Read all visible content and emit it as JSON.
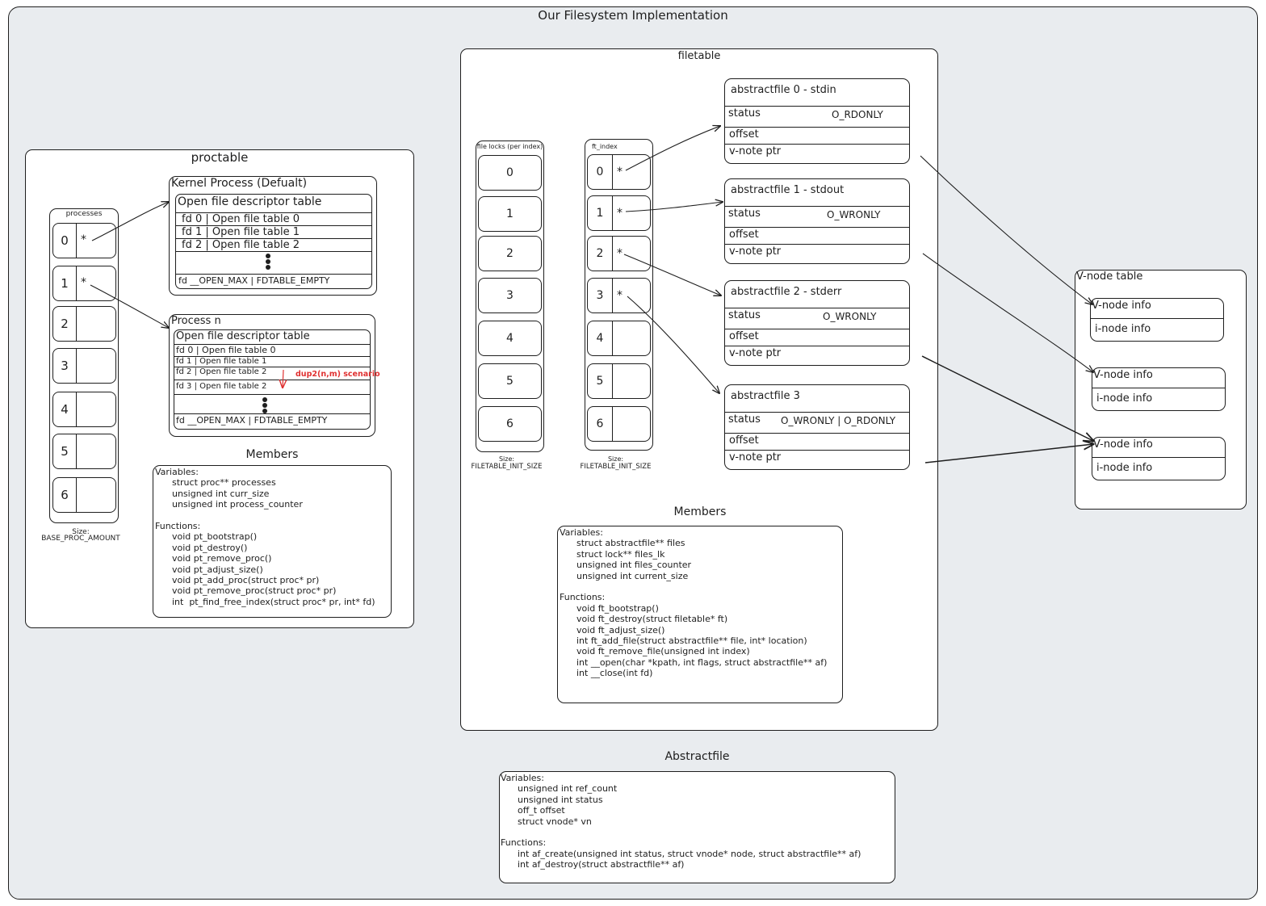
{
  "title": "Our Filesystem Implementation",
  "proctable": {
    "title": "proctable",
    "processes_label": "processes",
    "indices": [
      "0",
      "1",
      "2",
      "3",
      "4",
      "5",
      "6"
    ],
    "star": "*",
    "size_label": "Size:",
    "size_value": "BASE_PROC_AMOUNT",
    "kernel": {
      "title": "Kernel Process (Defualt)",
      "table_title": "Open file descriptor table",
      "rows": [
        "fd 0 | Open file table 0",
        "fd 1 | Open file table 1",
        "fd 2 | Open file table 2"
      ],
      "last_row": "fd __OPEN_MAX | FDTABLE_EMPTY"
    },
    "process_n": {
      "title": "Process n",
      "table_title": "Open file descriptor table",
      "rows": [
        "fd 0 | Open file table 0",
        "fd 1 | Open file table 1",
        "fd 2 | Open file table 2",
        "fd 3 | Open file table 2"
      ],
      "annotation": "dup2(n,m) scenario",
      "last_row": "fd __OPEN_MAX | FDTABLE_EMPTY"
    },
    "members": {
      "title": "Members",
      "text": "Variables:\n      struct proc** processes\n      unsigned int curr_size\n      unsigned int process_counter\n\nFunctions:\n      void pt_bootstrap()\n      void pt_destroy()\n      void pt_remove_proc()\n      void pt_adjust_size()\n      void pt_add_proc(struct proc* pr)\n      void pt_remove_proc(struct proc* pr)\n      int  pt_find_free_index(struct proc* pr, int* fd)"
    }
  },
  "filetable": {
    "title": "filetable",
    "locks_label": "file locks (per index)",
    "index_label": "ft_index",
    "indices": [
      "0",
      "1",
      "2",
      "3",
      "4",
      "5",
      "6"
    ],
    "star": "*",
    "size_label": "Size:",
    "size_value": "FILETABLE_INIT_SIZE",
    "abstractfiles": [
      {
        "title": "abstractfile 0 - stdin",
        "status_label": "status",
        "status_value": "O_RDONLY",
        "offset_label": "offset",
        "ptr_label": "v-note ptr"
      },
      {
        "title": "abstractfile 1 - stdout",
        "status_label": "status",
        "status_value": "O_WRONLY",
        "offset_label": "offset",
        "ptr_label": "v-note ptr"
      },
      {
        "title": "abstractfile 2 - stderr",
        "status_label": "status",
        "status_value": "O_WRONLY",
        "offset_label": "offset",
        "ptr_label": "v-note ptr"
      },
      {
        "title": "abstractfile 3",
        "status_label": "status",
        "status_value": "O_WRONLY | O_RDONLY",
        "offset_label": "offset",
        "ptr_label": "v-note ptr"
      }
    ],
    "members": {
      "title": "Members",
      "text": "Variables:\n      struct abstractfile** files\n      struct lock** files_lk\n      unsigned int files_counter\n      unsigned int current_size\n\nFunctions:\n      void ft_bootstrap()\n      void ft_destroy(struct filetable* ft)\n      void ft_adjust_size()\n      int ft_add_file(struct abstractfile** file, int* location)\n      void ft_remove_file(unsigned int index)\n      int __open(char *kpath, int flags, struct abstractfile** af)\n      int __close(int fd)"
    }
  },
  "vnode_table": {
    "title": "V-node table",
    "entries": [
      {
        "vnode": "V-node info",
        "inode": "i-node info"
      },
      {
        "vnode": "V-node info",
        "inode": "i-node info"
      },
      {
        "vnode": "V-node info",
        "inode": "i-node info"
      }
    ]
  },
  "abstractfile_def": {
    "title": "Abstractfile",
    "text": "Variables:\n      unsigned int ref_count\n      unsigned int status\n      off_t offset\n      struct vnode* vn\n\nFunctions:\n      int af_create(unsigned int status, struct vnode* node, struct abstractfile** af)\n      int af_destroy(struct abstractfile** af)"
  },
  "colors": {
    "canvas": "#e9ecef",
    "stroke": "#1e1e1e",
    "annotation": "#e03131"
  },
  "icons": [
    "vertical-ellipsis-icon"
  ]
}
